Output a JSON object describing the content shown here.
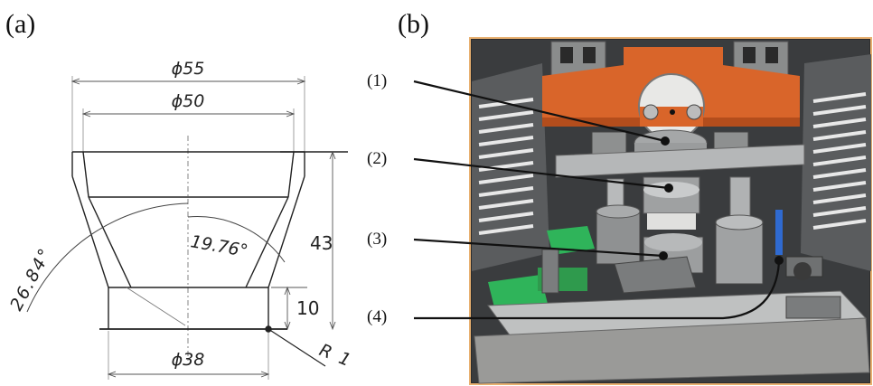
{
  "panels": {
    "a": {
      "label": "(a)"
    },
    "b": {
      "label": "(b)"
    }
  },
  "drawing": {
    "dim_outer_diameter": "ϕ55",
    "dim_inner_diameter": "ϕ50",
    "dim_bottom_diameter": "ϕ38",
    "dim_total_height": "43",
    "dim_lower_height": "10",
    "angle_inner": "19.76°",
    "angle_outer": "26.84°",
    "radius": "R 1"
  },
  "photo": {
    "callouts": [
      "(1)",
      "(2)",
      "(3)",
      "(4)"
    ],
    "colors": {
      "frame_border": "#e8b070",
      "press_orange": "#d9652a",
      "clamp_green": "#2fb45a",
      "base_grey": "#9a9a98"
    }
  }
}
